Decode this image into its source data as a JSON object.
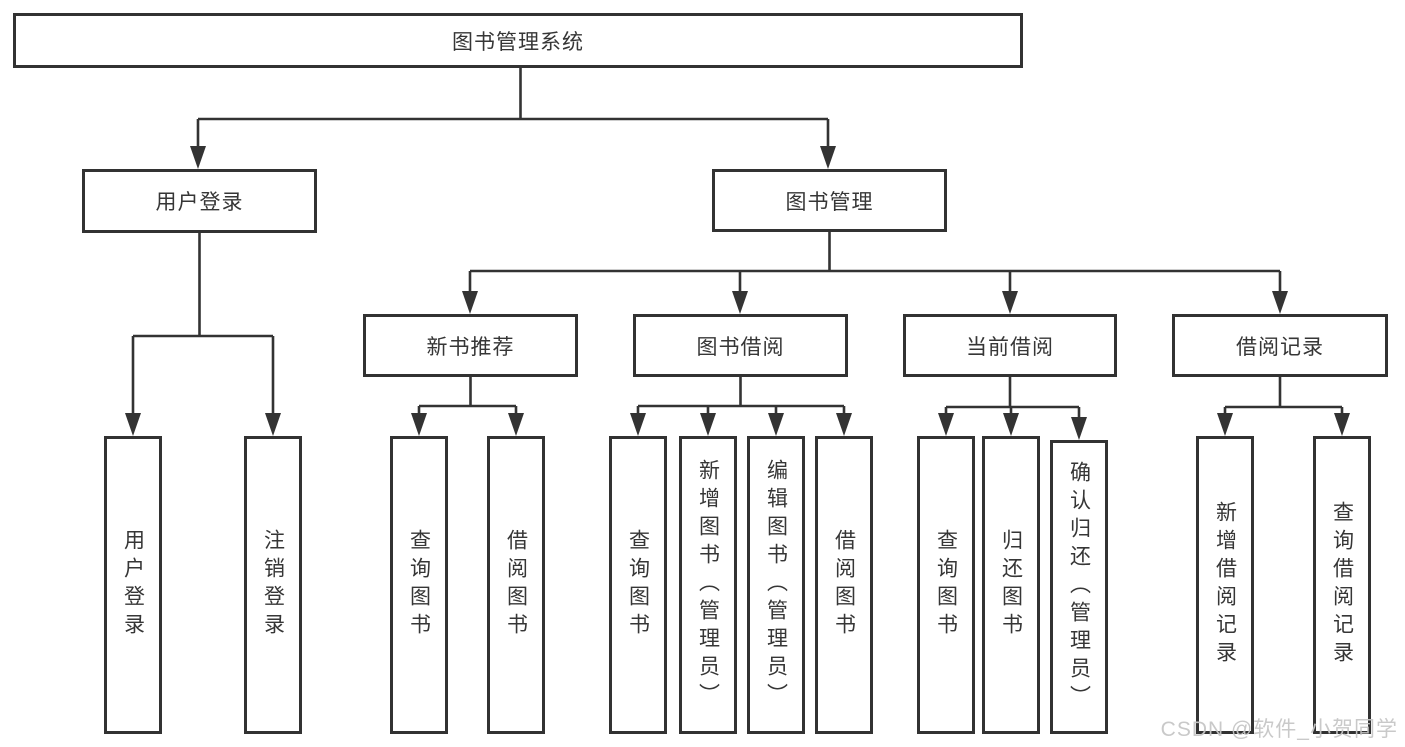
{
  "diagram_title": "图书管理系统",
  "tree": {
    "root": {
      "label": "图书管理系统"
    },
    "branches": [
      {
        "label": "用户登录",
        "children": [
          {
            "label": "用户登录"
          },
          {
            "label": "注销登录"
          }
        ]
      },
      {
        "label": "图书管理",
        "children": [
          {
            "label": "新书推荐",
            "children": [
              {
                "label": "查询图书"
              },
              {
                "label": "借阅图书"
              }
            ]
          },
          {
            "label": "图书借阅",
            "children": [
              {
                "label": "查询图书"
              },
              {
                "label": "新增图书（管理员）"
              },
              {
                "label": "编辑图书（管理员）"
              },
              {
                "label": "借阅图书"
              }
            ]
          },
          {
            "label": "当前借阅",
            "children": [
              {
                "label": "查询图书"
              },
              {
                "label": "归还图书"
              },
              {
                "label": "确认归还（管理员）"
              }
            ]
          },
          {
            "label": "借阅记录",
            "children": [
              {
                "label": "新增借阅记录"
              },
              {
                "label": "查询借阅记录"
              }
            ]
          }
        ]
      }
    ]
  },
  "watermark": "CSDN @软件_小贺同学",
  "colors": {
    "line": "#333333",
    "box_border": "#323232",
    "text": "#363636",
    "background": "#ffffff",
    "watermark": "#c6c6c6"
  }
}
